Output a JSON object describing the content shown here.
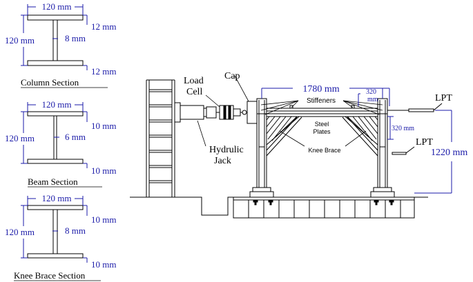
{
  "sections": [
    {
      "flange_width": "120 mm",
      "depth": "120 mm",
      "web": "8 mm",
      "flange_top": "12 mm",
      "flange_bottom": "12 mm",
      "title": "Column Section"
    },
    {
      "flange_width": "120 mm",
      "depth": "120 mm",
      "web": "6 mm",
      "flange_top": "10 mm",
      "flange_bottom": "10 mm",
      "title": "Beam Section"
    },
    {
      "flange_width": "120 mm",
      "depth": "120 mm",
      "web": "8 mm",
      "flange_top": "10 mm",
      "flange_bottom": "10 mm",
      "title": "Knee Brace Section"
    }
  ],
  "frame": {
    "load_cell": "Load\nCell",
    "load_cell_l1": "Load",
    "load_cell_l2": "Cell",
    "cap": "Cap",
    "hydraulic_l1": "Hydrulic",
    "hydraulic_l2": "Jack",
    "span": "1780 mm",
    "plate_dim_top_l1": "320",
    "plate_dim_top_l2": "mm",
    "plate_dim_side": "320 mm",
    "height": "1220 mm",
    "stiffeners": "Stiffeners",
    "steel_plates_l1": "Steel",
    "steel_plates_l2": "Plates",
    "knee_brace": "Knee Brace",
    "lpt_top": "LPT",
    "lpt_mid": "LPT"
  },
  "colors": {
    "dimension": "#1a1aa8",
    "line": "#000000"
  }
}
